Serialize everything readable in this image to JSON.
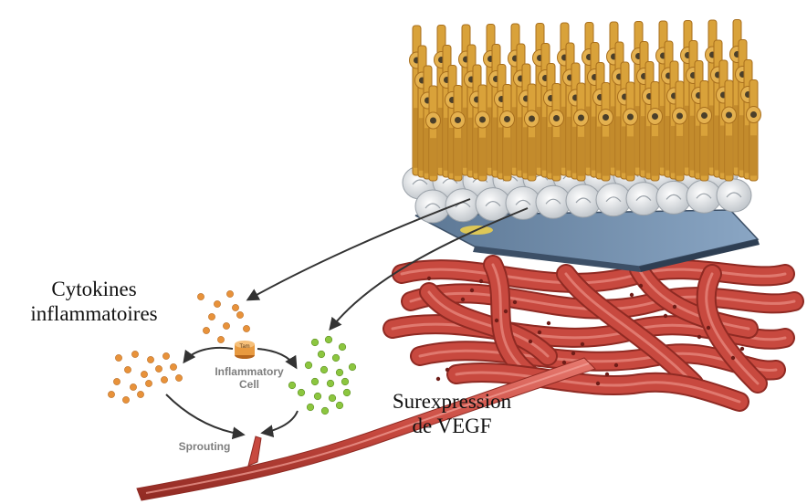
{
  "labels": {
    "cytokines_line1": "Cytokines",
    "cytokines_line2": "inflammatoires",
    "surexpression_line1": "Surexpression",
    "surexpression_line2": "de VEGF",
    "inflammatory_line1": "Inflammatory",
    "inflammatory_line2": "Cell",
    "sprouting": "Sprouting",
    "cell_tag": "Tam"
  },
  "colors": {
    "photoreceptor": "#d9a23a",
    "photoreceptor_dark": "#a86f1d",
    "nucleus": "#4a3f2a",
    "rpe_cells": "#e8ecef",
    "bruch_membrane": "#6f8fb0",
    "choroid_vessels": "#c8493f",
    "orange_cytokines": "#e8923a",
    "green_vegf": "#8cc63f",
    "arrow": "#333333"
  }
}
